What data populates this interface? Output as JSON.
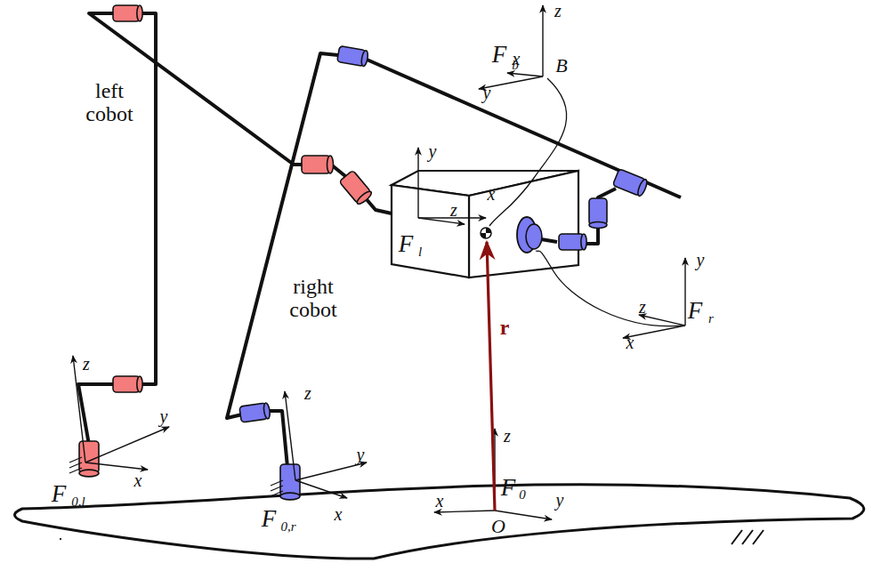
{
  "diagram": {
    "labels": [
      "left cobot",
      "F",
      "b",
      "z",
      "x",
      "y",
      "B",
      "y",
      "x",
      "z",
      "F",
      "l",
      "right cobot",
      "r",
      "y",
      "z",
      "F",
      "r",
      "x",
      "z",
      "y",
      "x",
      "F",
      "0,l",
      "z",
      "y",
      "F",
      "0,r",
      "x",
      "z",
      "x",
      "F",
      "0",
      "y",
      "O"
    ]
  }
}
